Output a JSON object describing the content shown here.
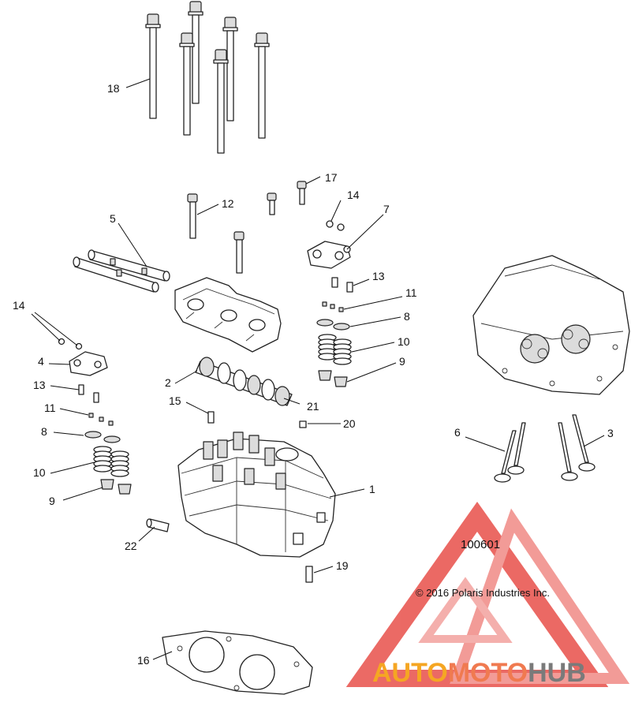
{
  "diagram": {
    "code": "100601",
    "copyright": "© 2016 Polaris Industries Inc.",
    "watermark": {
      "part1": "AUTO",
      "part2": "MOTO",
      "part3": "HUB",
      "color_orange": "#f5a623",
      "color_red": "#e8504a",
      "color_gray": "#7a7a7a"
    },
    "callouts": [
      {
        "id": "c18",
        "label": "18"
      },
      {
        "id": "c17",
        "label": "17"
      },
      {
        "id": "c12",
        "label": "12"
      },
      {
        "id": "c14a",
        "label": "14"
      },
      {
        "id": "c7",
        "label": "7"
      },
      {
        "id": "c5",
        "label": "5"
      },
      {
        "id": "c13a",
        "label": "13"
      },
      {
        "id": "c11a",
        "label": "11"
      },
      {
        "id": "c8a",
        "label": "8"
      },
      {
        "id": "c10a",
        "label": "10"
      },
      {
        "id": "c9a",
        "label": "9"
      },
      {
        "id": "c14b",
        "label": "14"
      },
      {
        "id": "c4",
        "label": "4"
      },
      {
        "id": "c2",
        "label": "2"
      },
      {
        "id": "c13b",
        "label": "13"
      },
      {
        "id": "c15",
        "label": "15"
      },
      {
        "id": "c21",
        "label": "21"
      },
      {
        "id": "c11b",
        "label": "11"
      },
      {
        "id": "c20",
        "label": "20"
      },
      {
        "id": "c8b",
        "label": "8"
      },
      {
        "id": "c6",
        "label": "6"
      },
      {
        "id": "c3",
        "label": "3"
      },
      {
        "id": "c10b",
        "label": "10"
      },
      {
        "id": "c1",
        "label": "1"
      },
      {
        "id": "c9b",
        "label": "9"
      },
      {
        "id": "c22",
        "label": "22"
      },
      {
        "id": "c19",
        "label": "19"
      },
      {
        "id": "c16",
        "label": "16"
      }
    ]
  }
}
